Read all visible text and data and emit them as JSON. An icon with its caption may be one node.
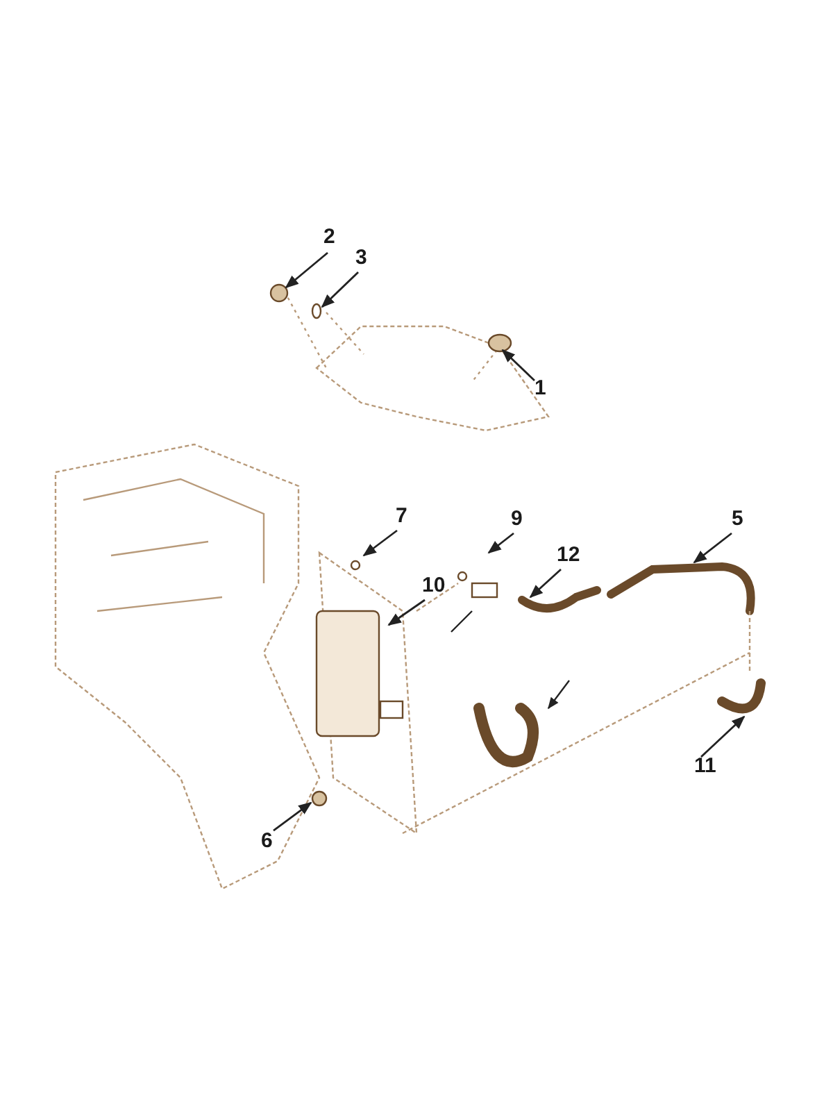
{
  "diagram": {
    "nodes": [
      {
        "text": [
          "2"
        ]
      },
      {
        "text": [
          "3"
        ]
      },
      {
        "text": [
          "1"
        ]
      },
      {
        "text": [
          "7"
        ]
      },
      {
        "text": [
          "9"
        ]
      },
      {
        "text": [
          "5"
        ]
      },
      {
        "text": [
          "10"
        ]
      },
      {
        "text": [
          "12"
        ]
      },
      {
        "text": [
          "11"
        ]
      },
      {
        "text": [
          "6"
        ]
      }
    ],
    "edges": [
      {
        "from": 0,
        "to": null,
        "arrow": "to"
      },
      {
        "from": 1,
        "to": null,
        "arrow": "to"
      },
      {
        "from": 2,
        "to": null,
        "arrow": "to"
      },
      {
        "from": 3,
        "to": null,
        "arrow": "to"
      },
      {
        "from": 4,
        "to": null,
        "arrow": "to"
      },
      {
        "from": 5,
        "to": null,
        "arrow": "to"
      },
      {
        "from": 6,
        "to": null,
        "arrow": "to"
      },
      {
        "from": 7,
        "to": null,
        "arrow": "to"
      },
      {
        "from": 8,
        "to": null,
        "arrow": "to"
      },
      {
        "from": 9,
        "to": null,
        "arrow": "to"
      }
    ]
  }
}
